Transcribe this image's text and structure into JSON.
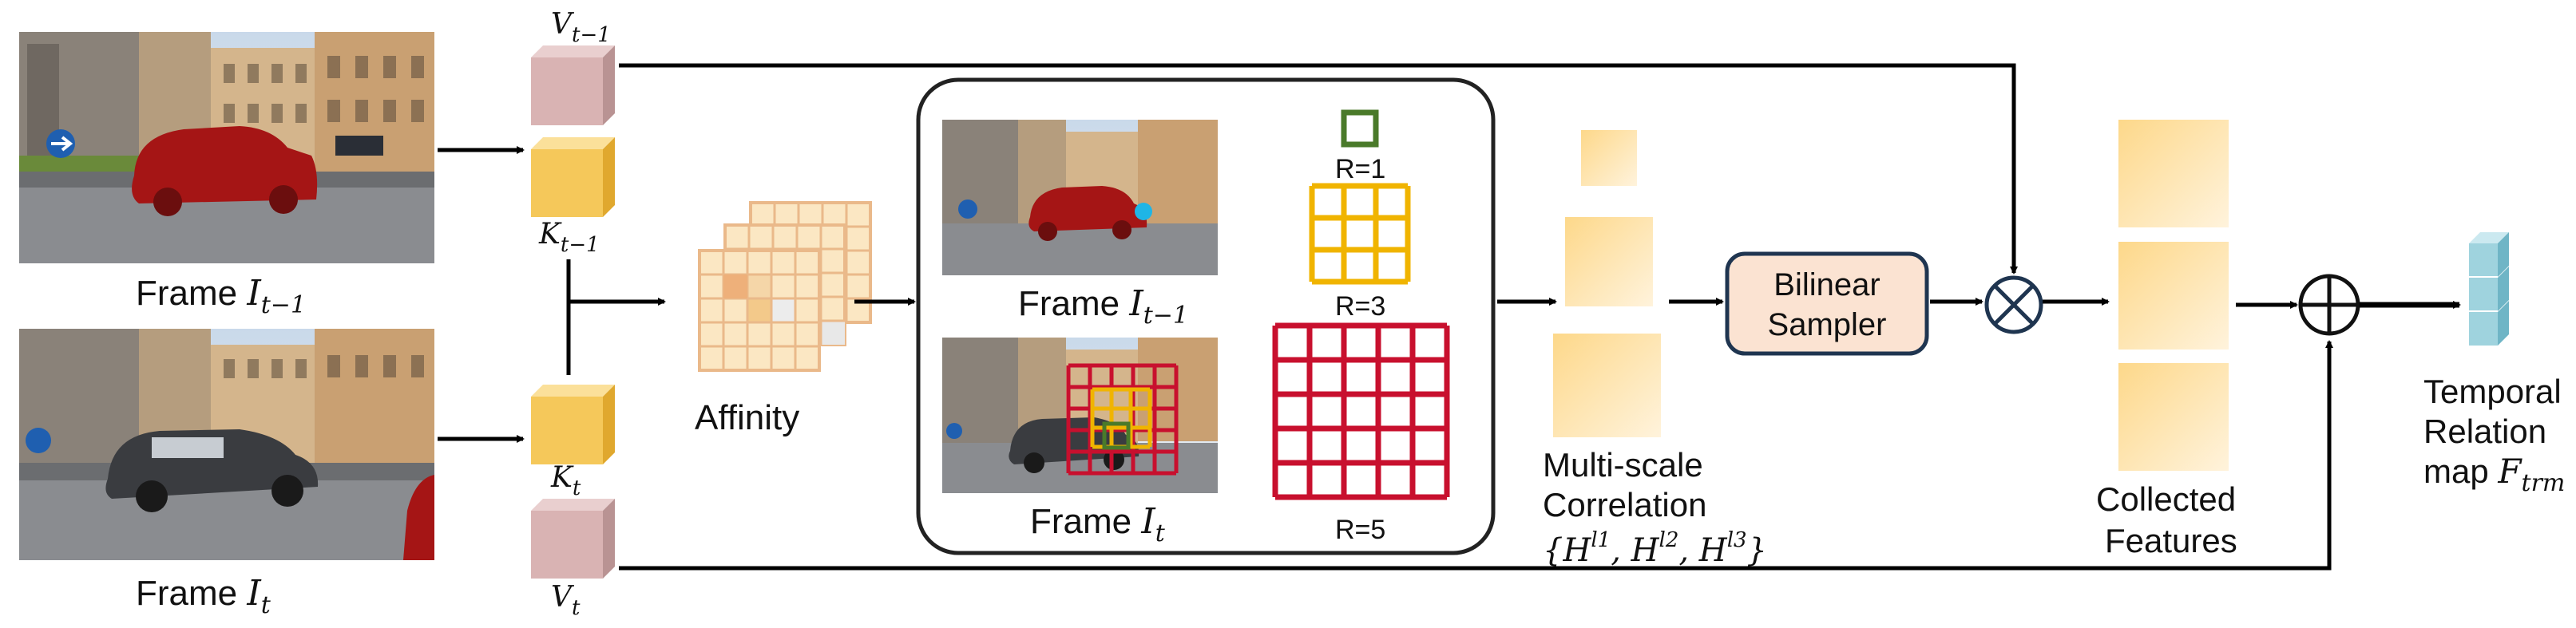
{
  "labels": {
    "frame_prev": "Frame ",
    "frame_prev_math": "I",
    "frame_prev_sub": "t−1",
    "frame_cur": "Frame ",
    "frame_cur_math": "I",
    "frame_cur_sub": "t",
    "v_prev": "V",
    "v_prev_sub": "t−1",
    "k_prev": "K",
    "k_prev_sub": "t−1",
    "k_cur": "K",
    "k_cur_sub": "t",
    "v_cur": "V",
    "v_cur_sub": "t",
    "affinity": "Affinity",
    "inner_frame_prev": "Frame ",
    "inner_frame_prev_math": "I",
    "inner_frame_prev_sub": "t−1",
    "inner_frame_cur": "Frame ",
    "inner_frame_cur_math": "I",
    "inner_frame_cur_sub": "t",
    "r1": "R=1",
    "r3": "R=3",
    "r5": "R=5",
    "multiscale_line1": "Multi-scale",
    "multiscale_line2": "Correlation",
    "multiscale_math": "{H",
    "multiscale_sup1": "l1",
    "multiscale_mid1": ", H",
    "multiscale_sup2": "l2",
    "multiscale_mid2": ", H",
    "multiscale_sup3": "l3",
    "multiscale_close": "}",
    "bilinear_line1": "Bilinear",
    "bilinear_line2": "Sampler",
    "collected_line1": "Collected",
    "collected_line2": "Features",
    "temporal_line1": "Temporal",
    "temporal_line2": "Relation",
    "temporal_line3": "map ",
    "temporal_math": "F",
    "temporal_sub": "trm",
    "multiply_symbol": "⊗",
    "add_symbol": "⊕"
  },
  "colors": {
    "value_cube": "#d9b3b3",
    "key_cube": "#f5c85a",
    "affinity_fill": "#fbe7c3",
    "affinity_stroke": "#eab98a",
    "grid_green": "#4a7a2a",
    "grid_yellow": "#f0b400",
    "grid_red": "#c8102e",
    "correlation_fill": "#fde2a6",
    "sampler_fill": "#fbe3d2",
    "sampler_stroke": "#1f3550",
    "output_cube": "#9fd3de",
    "car_red": "#a51515",
    "keypoint": "#1fb5e6"
  }
}
